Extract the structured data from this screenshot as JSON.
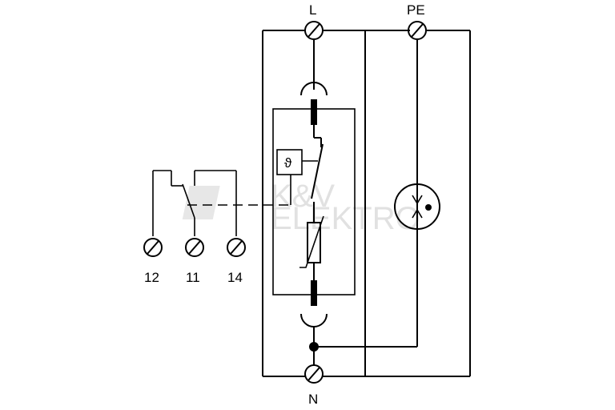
{
  "terminals": {
    "line": "L",
    "protective_earth": "PE",
    "neutral": "N",
    "contact_12": "12",
    "contact_11": "11",
    "contact_14": "14"
  },
  "thermal_disconnector_symbol": "ϑ",
  "watermark": {
    "line1": "K&V",
    "line2": "ELEKTRO"
  }
}
